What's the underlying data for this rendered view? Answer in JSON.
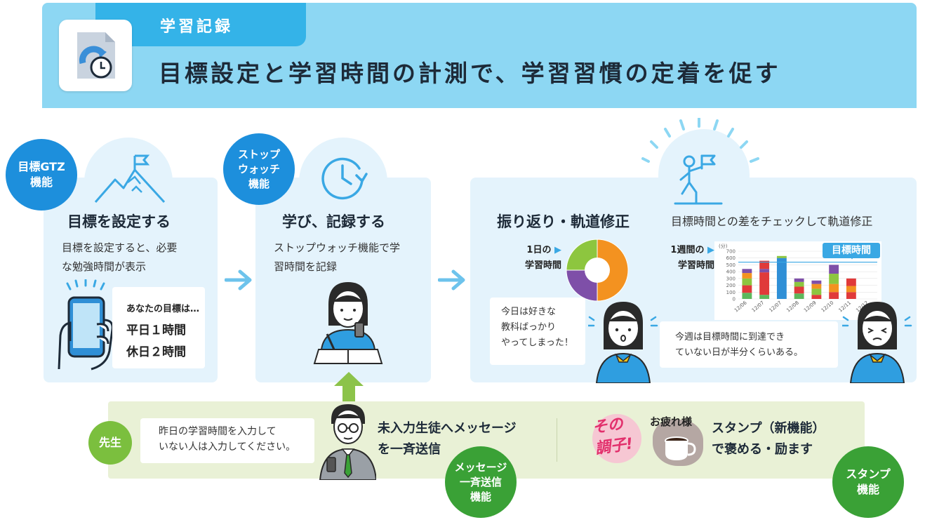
{
  "header": {
    "tab": "学習記録",
    "title": "目標設定と学習時間の計測で、学習習慣の定着を促す"
  },
  "step1": {
    "badge": [
      "目標GTZ",
      "機能"
    ],
    "title": "目標を設定する",
    "desc": [
      "目標を設定すると、必要",
      "な勉強時間が表示"
    ],
    "card": {
      "line1": "あなたの目標は…",
      "line2": "平日１時間",
      "line3": "休日２時間"
    }
  },
  "step2": {
    "badge": [
      "ストップ",
      "ウォッチ",
      "機能"
    ],
    "title": "学び、記録する",
    "desc": [
      "ストップウォッチ機能で学",
      "習時間を記録"
    ]
  },
  "step3": {
    "title": "振り返り・軌道修正",
    "subtitle": "目標時間との差をチェックして軌道修正",
    "daily_label": [
      "1日の",
      "学習時間"
    ],
    "weekly_label": [
      "1週間の",
      "学習時間"
    ],
    "bubble1": [
      "今日は好きな",
      "教科ばっかり",
      "やってしまった！"
    ],
    "bubble2": [
      "今週は目標時間に到達でき",
      "ていない日が半分くらいある。"
    ],
    "goal_tag": "目標時間"
  },
  "chart_data": [
    {
      "type": "pie",
      "slices": [
        {
          "value": 50,
          "color": "#f39220"
        },
        {
          "value": 25,
          "color": "#7e4fa8"
        },
        {
          "value": 25,
          "color": "#8dc63f"
        }
      ]
    },
    {
      "type": "bar",
      "categories": [
        "12/06",
        "12/07",
        "12/07",
        "12/08",
        "12/09",
        "12/10",
        "12/11",
        "12/12"
      ],
      "yaxis_unit": "(分)",
      "yticks": [
        0,
        100,
        200,
        300,
        400,
        500,
        600,
        700
      ],
      "ylim": [
        0,
        700
      ],
      "goal_line": 540,
      "stacked": [
        [
          {
            "v": 90,
            "c": "#5cb85c"
          },
          {
            "v": 110,
            "c": "#e03a3a"
          },
          {
            "v": 100,
            "c": "#8dc63f"
          },
          {
            "v": 80,
            "c": "#f39220"
          },
          {
            "v": 60,
            "c": "#7e4fa8"
          }
        ],
        [
          {
            "v": 60,
            "c": "#5cb85c"
          },
          {
            "v": 330,
            "c": "#e03a3a"
          },
          {
            "v": 50,
            "c": "#7e4fa8"
          },
          {
            "v": 120,
            "c": "#e03a3a"
          }
        ],
        [
          {
            "v": 600,
            "c": "#2f8fd6"
          },
          {
            "v": 30,
            "c": "#8dc63f"
          }
        ],
        [
          {
            "v": 80,
            "c": "#5cb85c"
          },
          {
            "v": 100,
            "c": "#e03a3a"
          },
          {
            "v": 70,
            "c": "#8dc63f"
          },
          {
            "v": 50,
            "c": "#7e4fa8"
          }
        ],
        [
          {
            "v": 60,
            "c": "#e03a3a"
          },
          {
            "v": 90,
            "c": "#8dc63f"
          },
          {
            "v": 70,
            "c": "#f39220"
          },
          {
            "v": 50,
            "c": "#7e4fa8"
          }
        ],
        [
          {
            "v": 100,
            "c": "#e03a3a"
          },
          {
            "v": 120,
            "c": "#f39220"
          },
          {
            "v": 150,
            "c": "#8dc63f"
          },
          {
            "v": 130,
            "c": "#7e4fa8"
          }
        ],
        [
          {
            "v": 100,
            "c": "#e03a3a"
          },
          {
            "v": 90,
            "c": "#f39220"
          },
          {
            "v": 110,
            "c": "#e03a3a"
          }
        ],
        []
      ]
    }
  ],
  "band": {
    "teacher_badge": "先生",
    "teacher_bubble": [
      "昨日の学習時間を入力して",
      "いない人は入力してください。"
    ],
    "message_text": [
      "未入力生徒へメッセージ",
      "を一斉送信"
    ],
    "message_badge": [
      "メッセージ",
      "一斉送信",
      "機能"
    ],
    "stamp1": [
      "その",
      "調子!"
    ],
    "stamp2": "お疲れ様",
    "stamp_text": [
      "スタンプ（新機能）",
      "で褒める・励ます"
    ],
    "stamp_badge": [
      "スタンプ",
      "機能"
    ]
  }
}
